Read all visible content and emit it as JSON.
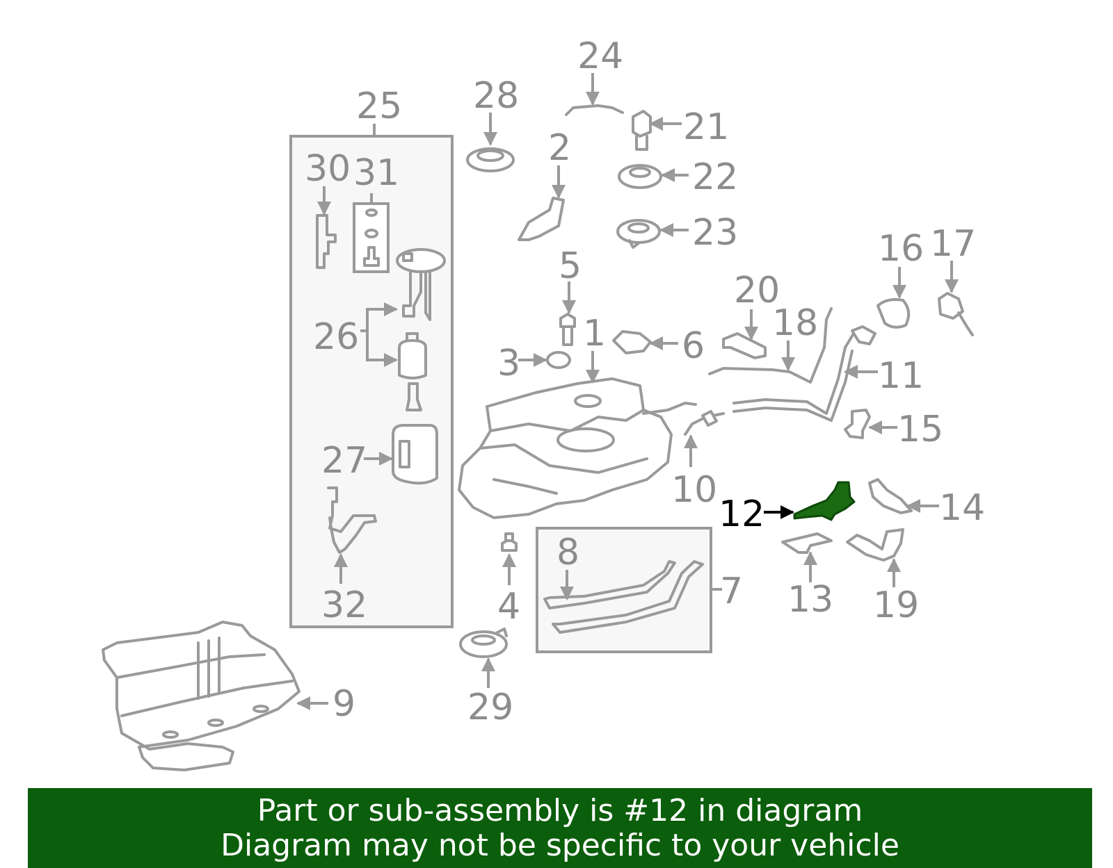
{
  "diagram": {
    "highlight_part": "12",
    "highlight_color": "#1a6b12",
    "line_color": "#9a9a9a",
    "labels": {
      "p1": "1",
      "p2": "2",
      "p3": "3",
      "p4": "4",
      "p5": "5",
      "p6": "6",
      "p7": "7",
      "p8": "8",
      "p9": "9",
      "p10": "10",
      "p11": "11",
      "p12": "12",
      "p13": "13",
      "p14": "14",
      "p15": "15",
      "p16": "16",
      "p17": "17",
      "p18": "18",
      "p19": "19",
      "p20": "20",
      "p21": "21",
      "p22": "22",
      "p23": "23",
      "p24": "24",
      "p25": "25",
      "p26": "26",
      "p27": "27",
      "p28": "28",
      "p29": "29",
      "p30": "30",
      "p31": "31",
      "p32": "32"
    }
  },
  "banner": {
    "background": "#0b5e0b",
    "line1": "Part or sub-assembly is #12 in diagram",
    "line2": "Diagram may not be specific to your vehicle"
  }
}
